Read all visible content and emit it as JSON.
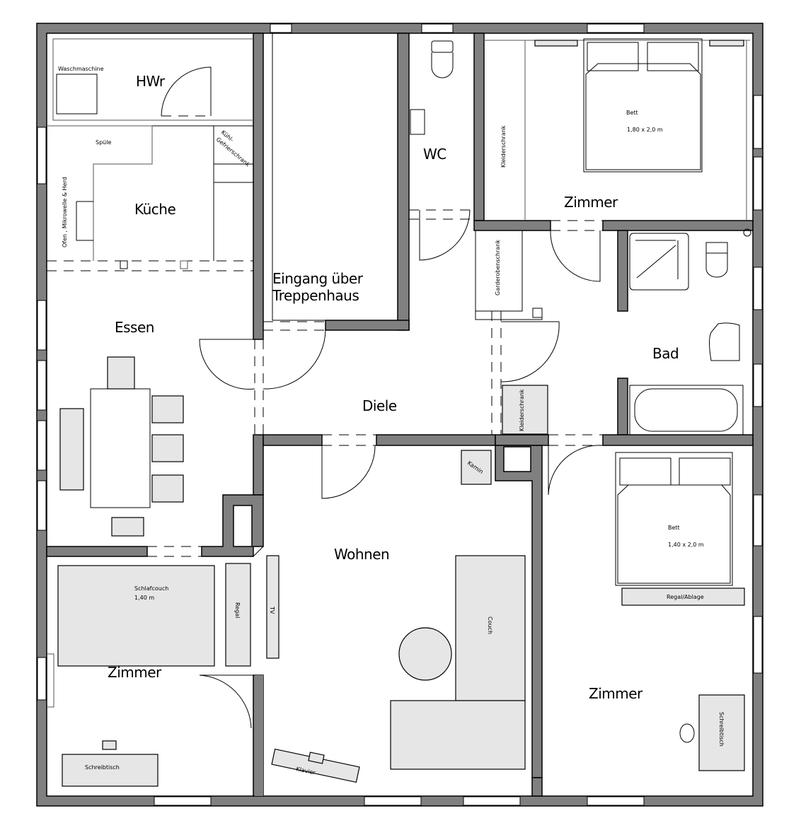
{
  "rooms": {
    "hwr": "HWr",
    "kueche": "Küche",
    "essen": "Essen",
    "eingang_1": "Eingang über",
    "eingang_2": "Treppenhaus",
    "wc": "WC",
    "zimmer_top": "Zimmer",
    "bad": "Bad",
    "diele": "Diele",
    "wohnen": "Wohnen",
    "zimmer_left": "Zimmer",
    "zimmer_right": "Zimmer"
  },
  "furniture": {
    "waschmaschine": "Waschmaschine",
    "spuele": "Spüle",
    "kuehl_1": "Kühl-",
    "kuehl_2": "Gefrierschrank",
    "ofen": "Ofen , Mikrowelle & Herd",
    "kleiderschrank_top": "Kleiderschrank",
    "bett_top": "Bett",
    "bett_top_size": "1,80 x 2,0 m",
    "garderobenschrank": "Garderobenschrank",
    "kleiderschrank_diele": "Kleiderschrank",
    "kamin": "Kamin",
    "bett_right": "Bett",
    "bett_right_size": "1,40  x 2,0 m",
    "regal_ablage": "Regal/Ablage",
    "schlafcouch": "Schlafcouch",
    "schlafcouch_size": "1,40 m",
    "regal": "Regal",
    "tv": "TV",
    "couch": "Couch",
    "klavier": "Klavier",
    "schreibtisch_left": "Schreibtisch",
    "schreibtisch_right": "Schreibtisch"
  }
}
